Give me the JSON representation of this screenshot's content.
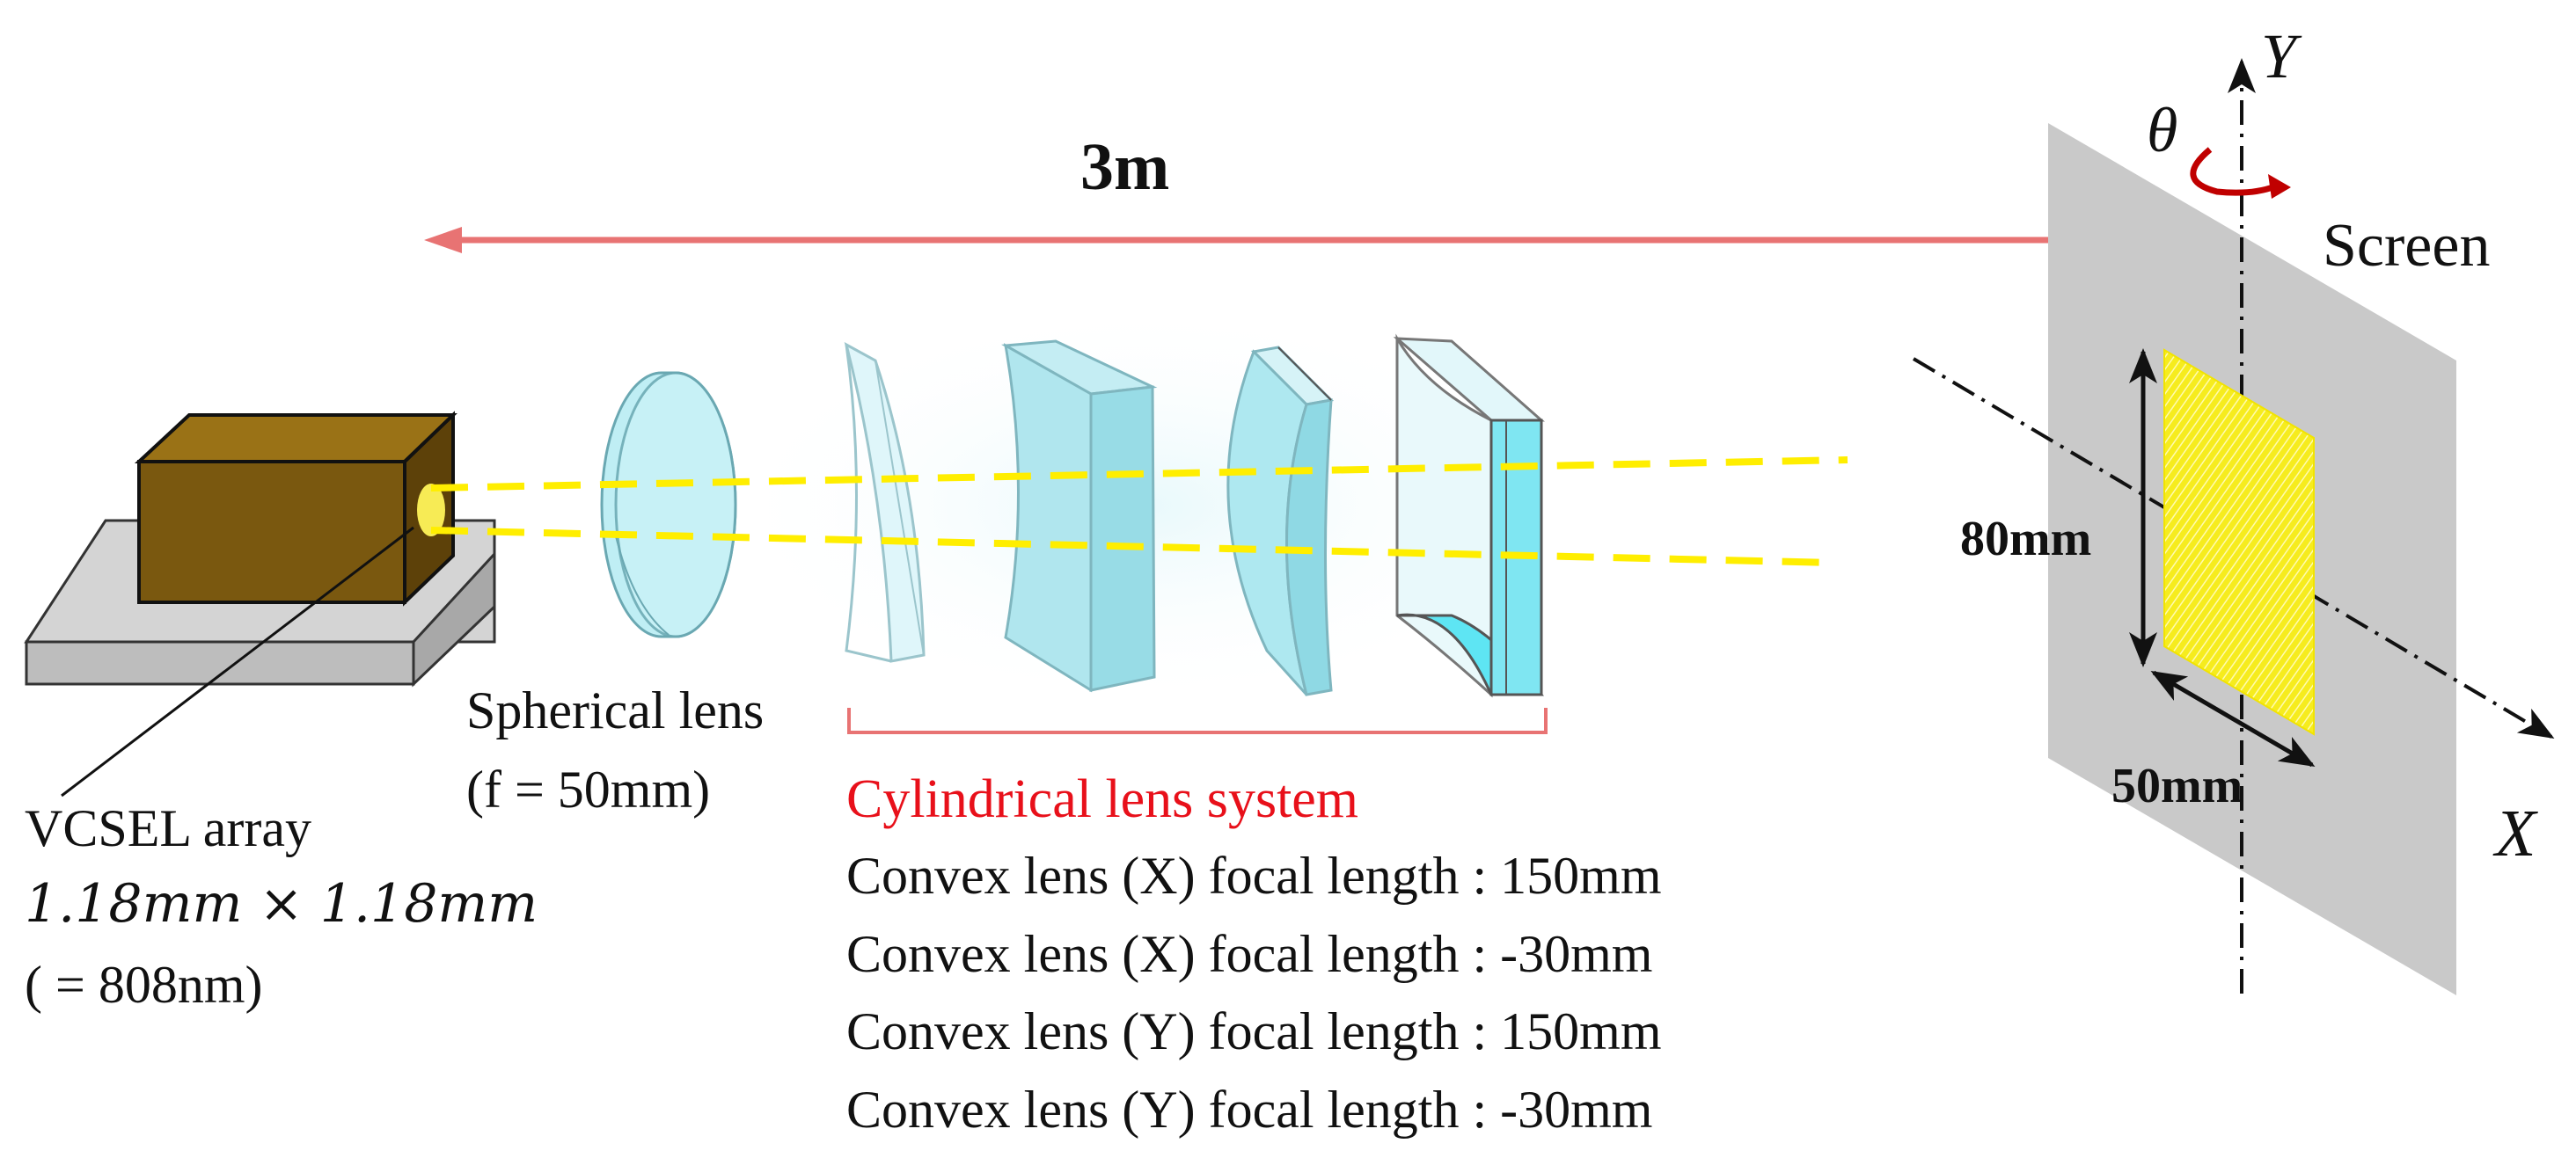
{
  "distance_label": "3m",
  "axis_y_label": "Y",
  "axis_x_label": "X",
  "theta_label": "θ",
  "screen_label": "Screen",
  "dim_height_label": "80mm",
  "dim_width_label": "50mm",
  "spherical_lens": {
    "title": "Spherical lens",
    "focal": "(f = 50mm)"
  },
  "vcsel": {
    "title": "VCSEL array",
    "size": "1.18mm × 1.18mm",
    "wavelength": "( = 808nm)"
  },
  "cylindrical_system": {
    "title": "Cylindrical lens system",
    "lines": [
      "Convex lens (X) focal length : 150mm",
      "Convex lens (X) focal length : -30mm",
      "Convex lens (Y) focal length : 150mm",
      "Convex lens (Y) focal length : -30mm"
    ]
  },
  "colors": {
    "arrow_red": "#e87373",
    "text_red": "#e8101a",
    "beam_yellow": "#ffee00",
    "lens_cyan": "#aee8f0",
    "laser_body": "#7d5a0d",
    "base_gray": "#c8c8c8",
    "screen_gray": "#c9c9c9"
  }
}
